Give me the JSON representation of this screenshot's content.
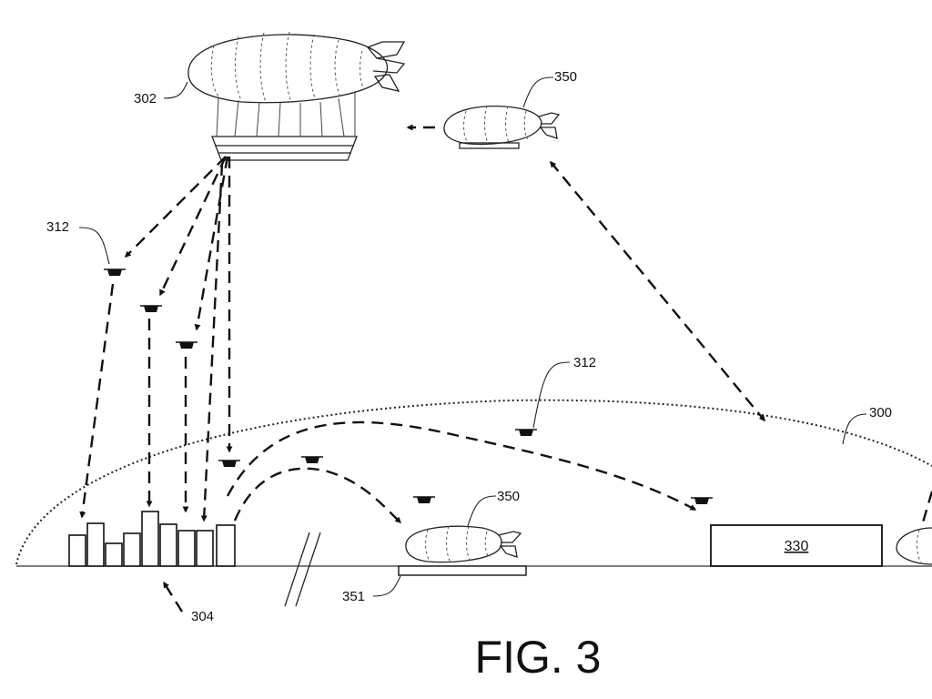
{
  "figure": {
    "title": "FIG. 3",
    "labels": {
      "airship": "302",
      "drone_upper": "312",
      "drone_lower": "312",
      "shuttle_upper": "350",
      "shuttle_lower": "350",
      "footprint": "300",
      "buildings": "304",
      "pad": "351",
      "facility": "330"
    }
  }
}
